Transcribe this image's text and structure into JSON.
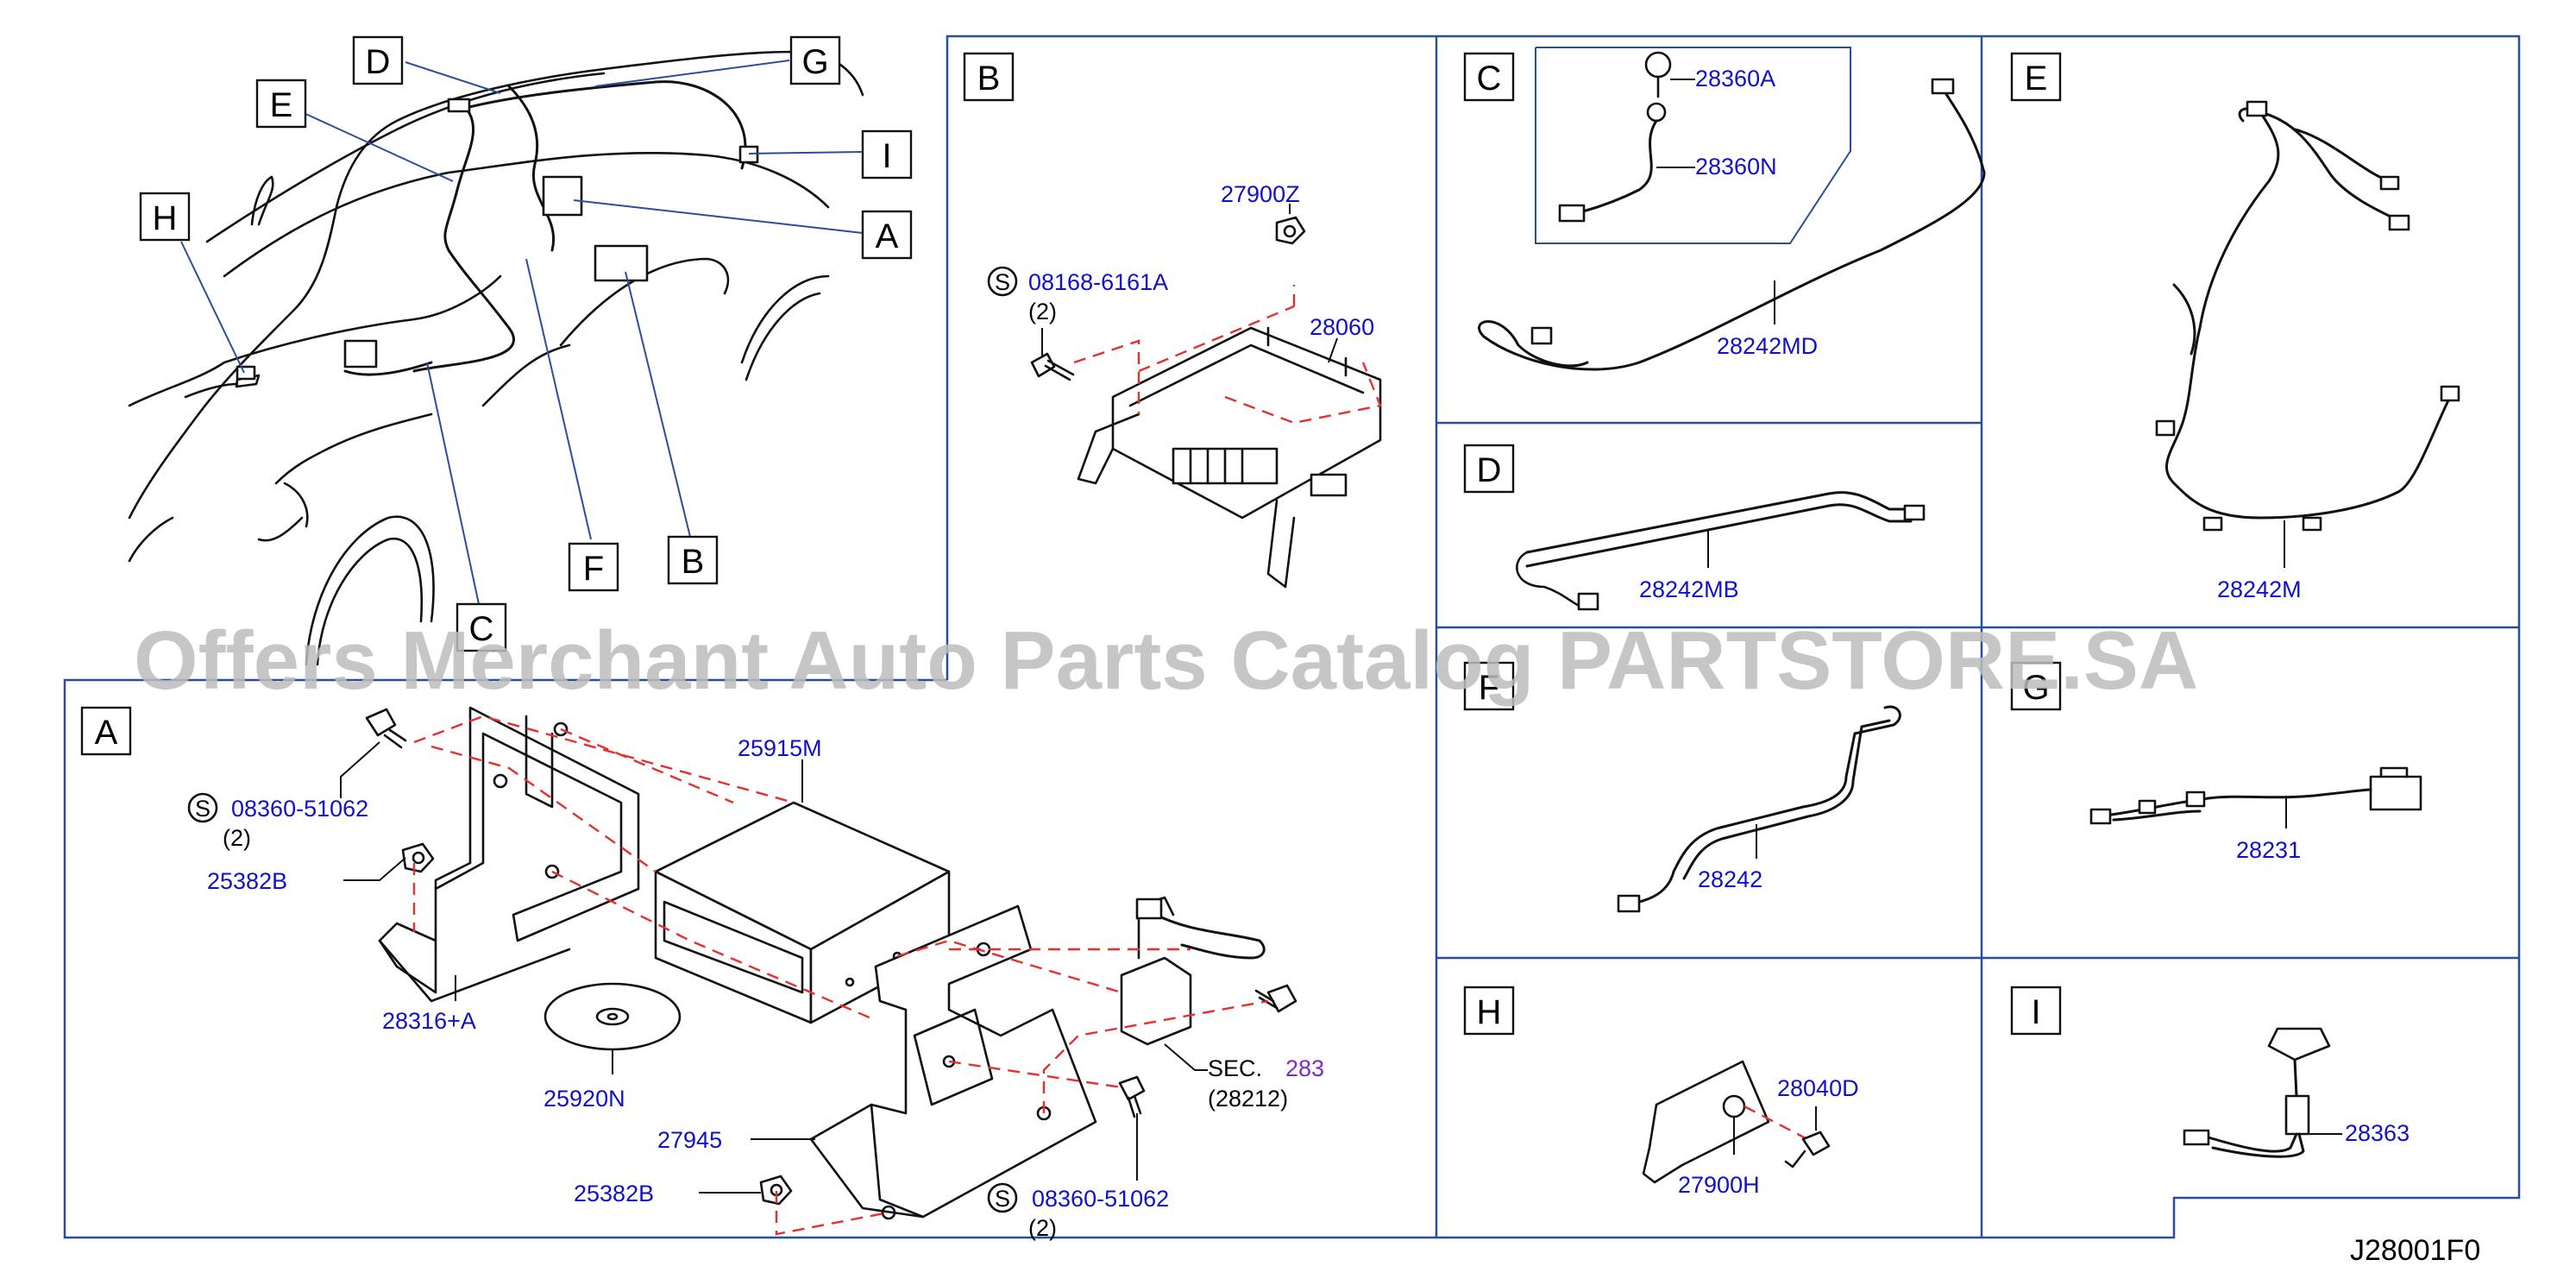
{
  "watermark": "Offers Merchant Auto Parts Catalog PARTSTORE.SA",
  "diagram_code": "J28001F0",
  "overview": {
    "callouts": [
      "D",
      "G",
      "E",
      "I",
      "A",
      "H",
      "F",
      "B",
      "C"
    ]
  },
  "panels": {
    "A": {
      "label": "A",
      "parts": {
        "p25915M": "25915M",
        "p08360_1": "08360-51062",
        "p08360_1_qty": "(2)",
        "p25382B_1": "25382B",
        "p28316A": "28316+A",
        "p25920N": "25920N",
        "p27945": "27945",
        "p25382B_2": "25382B",
        "p08360_2": "08360-51062",
        "p08360_2_qty": "(2)",
        "sec_prefix": "SEC.",
        "sec_number": "283",
        "sec_sub": "(28212)",
        "s_mark": "S"
      }
    },
    "B": {
      "label": "B",
      "parts": {
        "p27900Z": "27900Z",
        "p08168": "08168-6161A",
        "p08168_qty": "(2)",
        "p28060": "28060",
        "s_mark": "S"
      }
    },
    "C": {
      "label": "C",
      "parts": {
        "p28360A": "28360A",
        "p28360N": "28360N",
        "p28242MD": "28242MD"
      }
    },
    "D": {
      "label": "D",
      "parts": {
        "p28242MB": "28242MB"
      }
    },
    "E": {
      "label": "E",
      "parts": {
        "p28242M": "28242M"
      }
    },
    "F": {
      "label": "F",
      "parts": {
        "p28242": "28242"
      }
    },
    "G": {
      "label": "G",
      "parts": {
        "p28231": "28231"
      }
    },
    "H": {
      "label": "H",
      "parts": {
        "p28040D": "28040D",
        "p27900H": "27900H"
      }
    },
    "I": {
      "label": "I",
      "parts": {
        "p28363": "28363"
      }
    }
  }
}
